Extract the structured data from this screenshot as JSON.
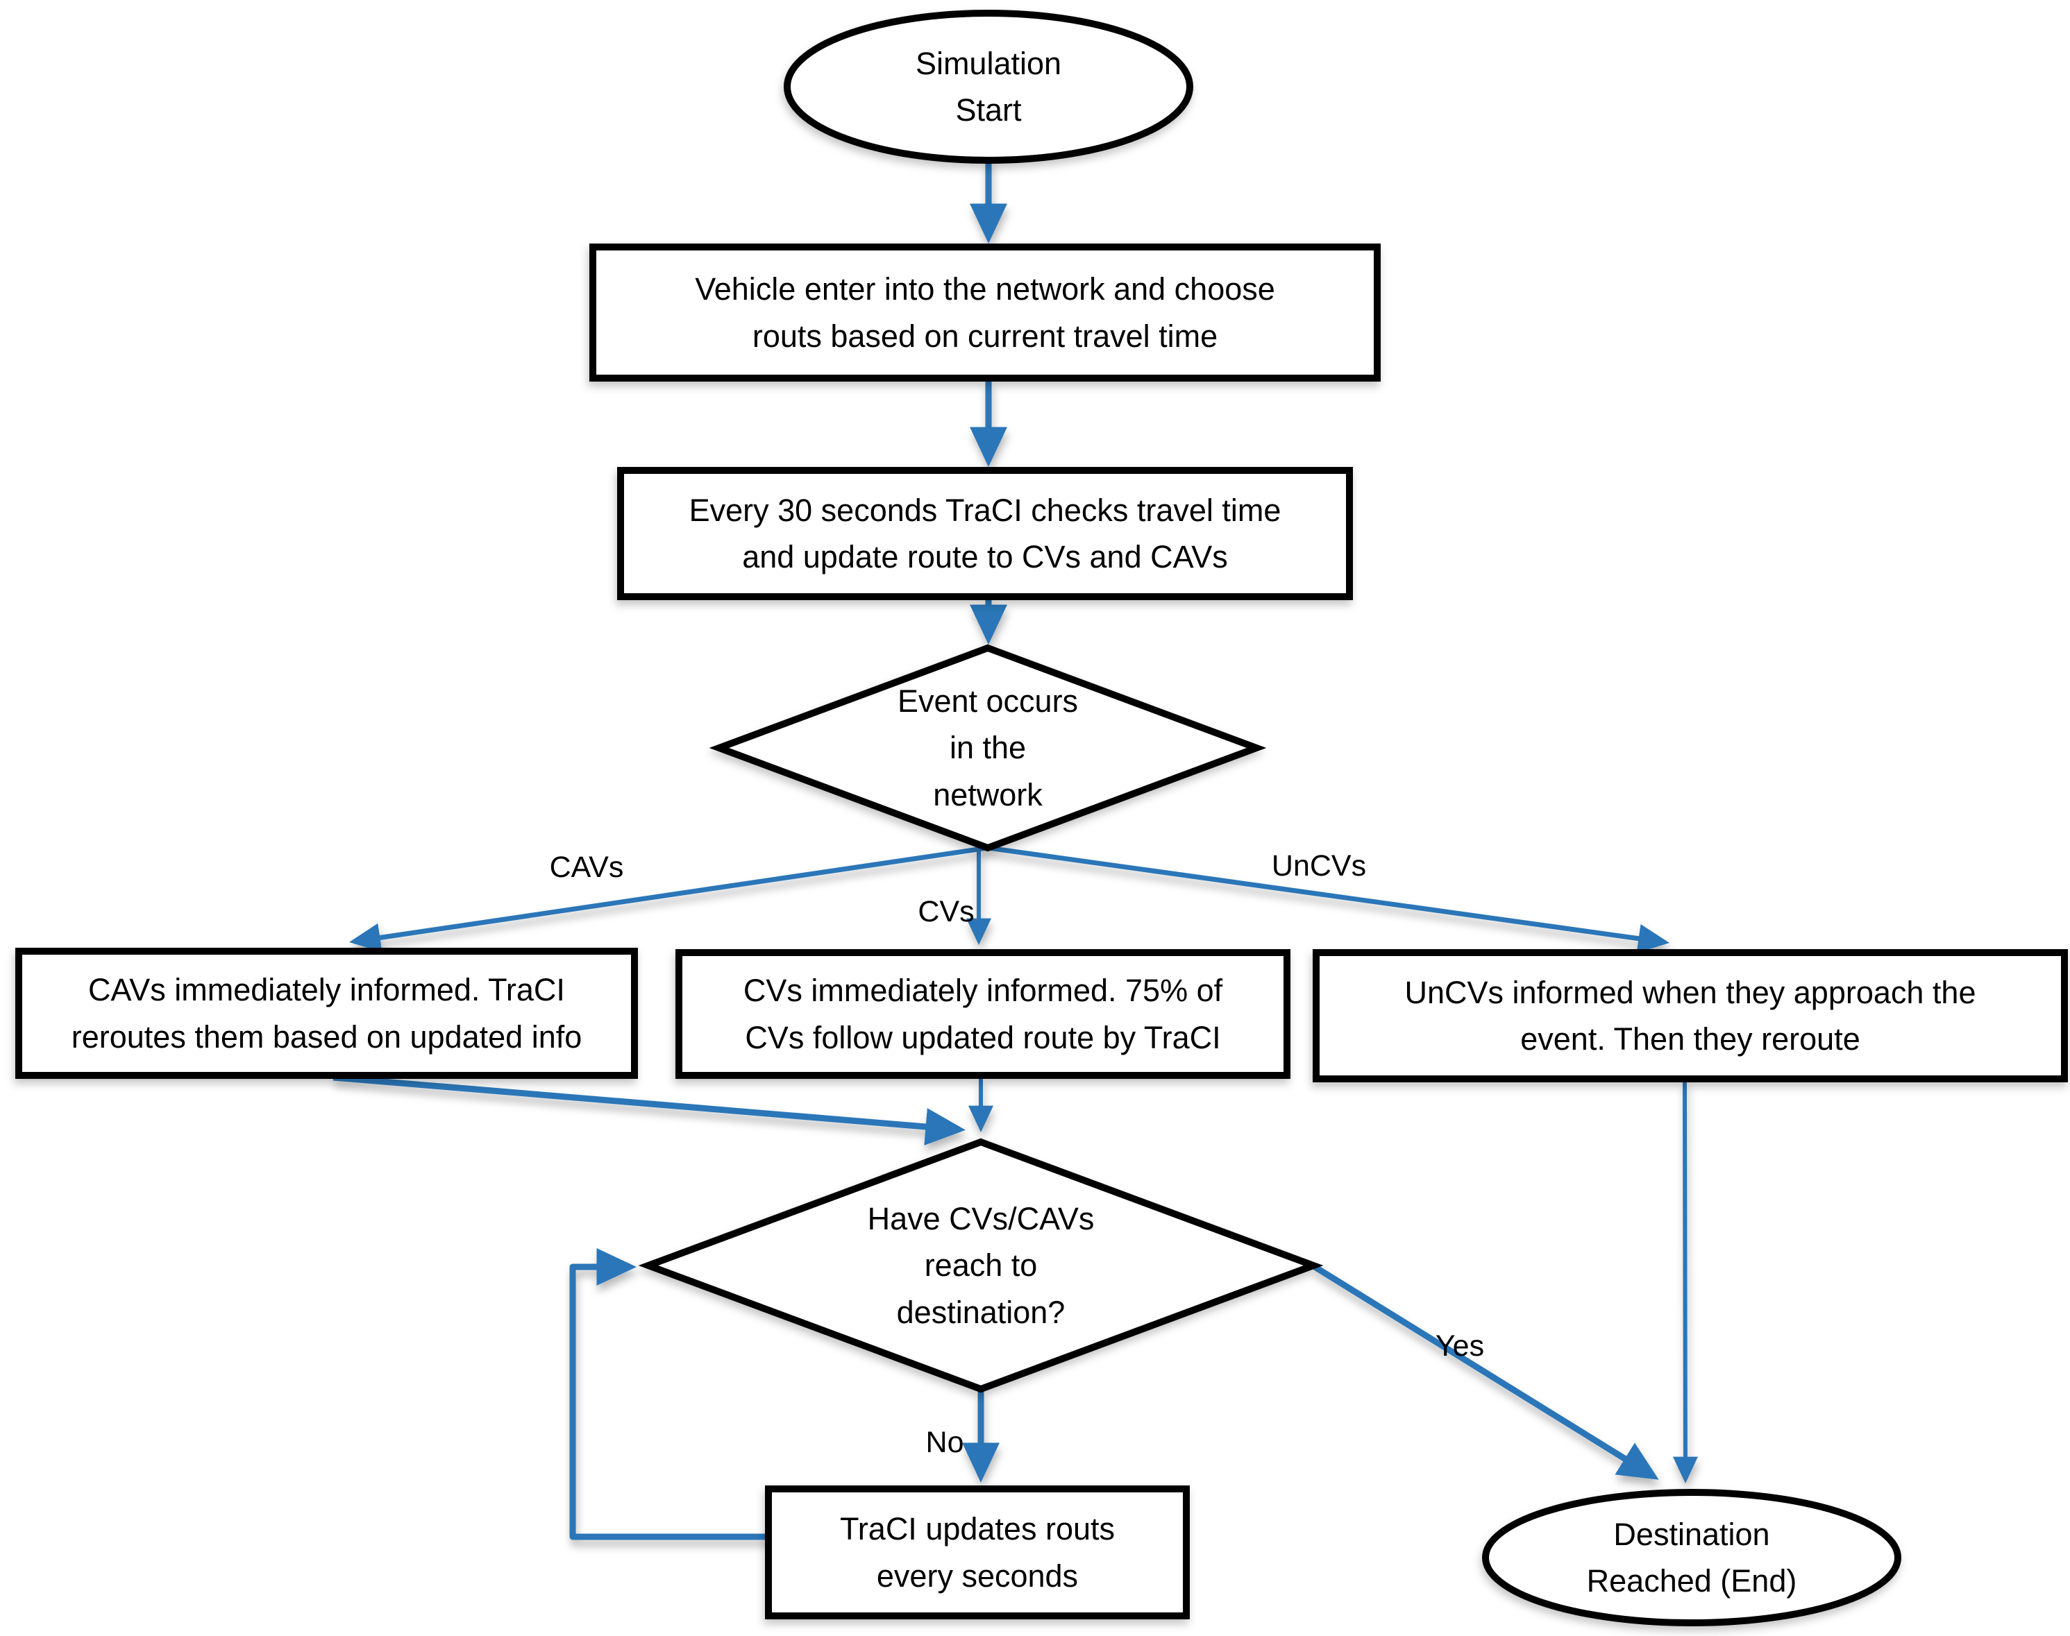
{
  "diagram": {
    "type": "flowchart",
    "colors": {
      "arrow": "#2C76B8",
      "shape_border": "#000000",
      "shape_fill": "#FFFFFF",
      "text": "#000000",
      "background": "#FFFFFF"
    },
    "nodes": {
      "start": {
        "shape": "ellipse",
        "text": "Simulation\nStart"
      },
      "enter_network": {
        "shape": "rect",
        "text": "Vehicle enter into the network and choose\nrouts based on current travel time"
      },
      "traci_check": {
        "shape": "rect",
        "text": "Every 30 seconds TraCI checks travel time\nand update route to CVs and CAVs"
      },
      "event_occurs": {
        "shape": "diamond",
        "text": "Event occurs\nin the\nnetwork"
      },
      "cavs_informed": {
        "shape": "rect",
        "text": "CAVs immediately informed. TraCI\nreroutes them based on updated info"
      },
      "cvs_informed": {
        "shape": "rect",
        "text": "CVs immediately informed. 75% of\nCVs follow updated route by TraCI"
      },
      "uncvs_informed": {
        "shape": "rect",
        "text": "UnCVs informed when they approach the\nevent. Then they reroute"
      },
      "reached_destination": {
        "shape": "diamond",
        "text": "Have CVs/CAVs\nreach to\ndestination?"
      },
      "traci_updates": {
        "shape": "rect",
        "text": "TraCI updates routs\nevery seconds"
      },
      "end": {
        "shape": "ellipse",
        "text": "Destination\nReached (End)"
      }
    },
    "edge_labels": {
      "cavs": "CAVs",
      "cvs": "CVs",
      "uncvs": "UnCVs",
      "yes": "Yes",
      "no": "No"
    },
    "edges": [
      {
        "from": "start",
        "to": "enter_network",
        "label": ""
      },
      {
        "from": "enter_network",
        "to": "traci_check",
        "label": ""
      },
      {
        "from": "traci_check",
        "to": "event_occurs",
        "label": ""
      },
      {
        "from": "event_occurs",
        "to": "cavs_informed",
        "label": "CAVs"
      },
      {
        "from": "event_occurs",
        "to": "cvs_informed",
        "label": "CVs"
      },
      {
        "from": "event_occurs",
        "to": "uncvs_informed",
        "label": "UnCVs"
      },
      {
        "from": "cavs_informed",
        "to": "reached_destination",
        "label": ""
      },
      {
        "from": "cvs_informed",
        "to": "reached_destination",
        "label": ""
      },
      {
        "from": "uncvs_informed",
        "to": "end",
        "label": ""
      },
      {
        "from": "reached_destination",
        "to": "end",
        "label": "Yes"
      },
      {
        "from": "reached_destination",
        "to": "traci_updates",
        "label": "No"
      },
      {
        "from": "traci_updates",
        "to": "reached_destination",
        "label": ""
      }
    ]
  }
}
